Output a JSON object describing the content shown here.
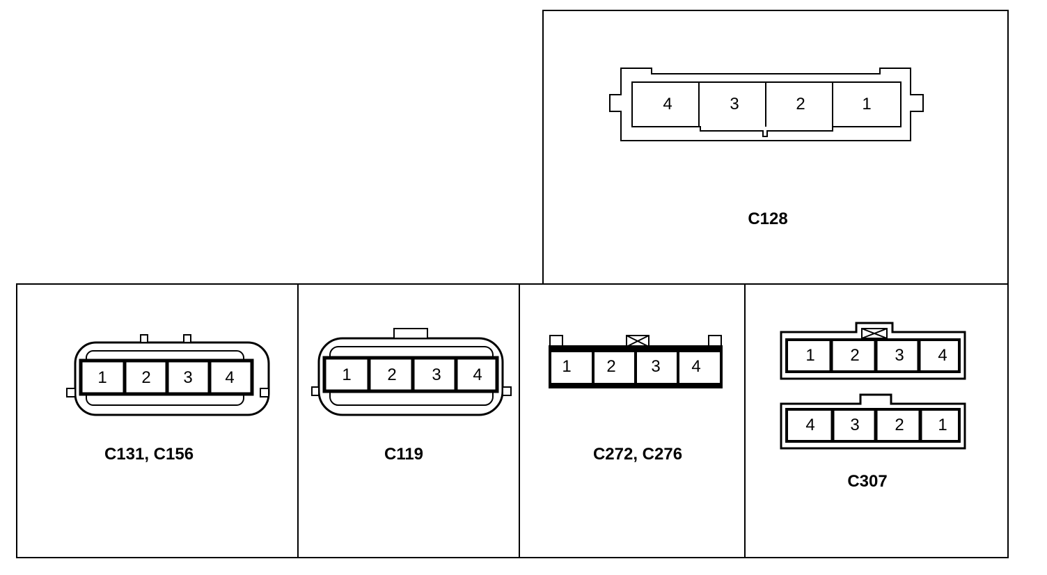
{
  "panels": {
    "c128": {
      "label": "C128",
      "pins": [
        "4",
        "3",
        "2",
        "1"
      ]
    },
    "c131": {
      "label": "C131, C156",
      "pins": [
        "1",
        "2",
        "3",
        "4"
      ]
    },
    "c119": {
      "label": "C119",
      "pins": [
        "1",
        "2",
        "3",
        "4"
      ]
    },
    "c272": {
      "label": "C272, C276",
      "pins": [
        "1",
        "2",
        "3",
        "4"
      ]
    },
    "c307": {
      "label": "C307",
      "top_pins": [
        "1",
        "2",
        "3",
        "4"
      ],
      "bottom_pins": [
        "4",
        "3",
        "2",
        "1"
      ]
    }
  }
}
